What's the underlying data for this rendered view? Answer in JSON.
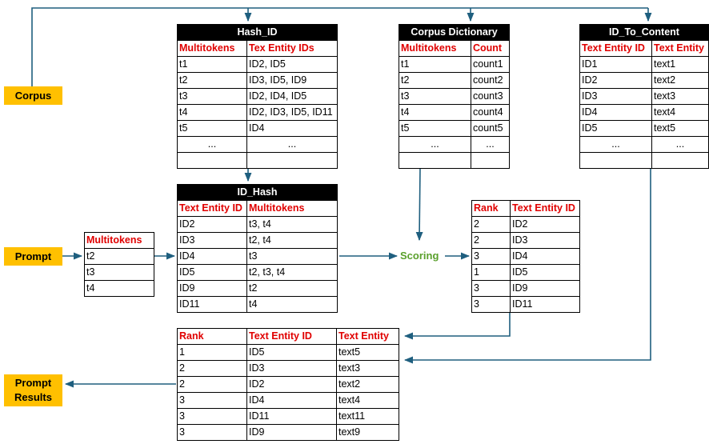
{
  "labels": {
    "corpus": "Corpus",
    "prompt": "Prompt",
    "prompt_results": "Prompt Results",
    "scoring": "Scoring"
  },
  "hash_id": {
    "title": "Hash_ID",
    "headers": [
      "Multitokens",
      "Tex Entity IDs"
    ],
    "rows": [
      [
        "t1",
        "ID2, ID5"
      ],
      [
        "t2",
        "ID3, ID5, ID9"
      ],
      [
        "t3",
        "ID2, ID4, ID5"
      ],
      [
        "t4",
        "ID2, ID3, ID5, ID11"
      ],
      [
        "t5",
        "ID4"
      ],
      [
        "...",
        "..."
      ],
      [
        "",
        ""
      ]
    ]
  },
  "corpus_dictionary": {
    "title": "Corpus Dictionary",
    "headers": [
      "Multitokens",
      "Count"
    ],
    "rows": [
      [
        "t1",
        "count1"
      ],
      [
        "t2",
        "count2"
      ],
      [
        "t3",
        "count3"
      ],
      [
        "t4",
        "count4"
      ],
      [
        "t5",
        "count5"
      ],
      [
        "...",
        "..."
      ],
      [
        "",
        ""
      ]
    ]
  },
  "id_to_content": {
    "title": "ID_To_Content",
    "headers": [
      "Text Entity ID",
      "Text Entity"
    ],
    "rows": [
      [
        "ID1",
        "text1"
      ],
      [
        "ID2",
        "text2"
      ],
      [
        "ID3",
        "text3"
      ],
      [
        "ID4",
        "text4"
      ],
      [
        "ID5",
        "text5"
      ],
      [
        "...",
        "..."
      ],
      [
        "",
        ""
      ]
    ]
  },
  "id_hash": {
    "title": "ID_Hash",
    "headers": [
      "Text Entity ID",
      "Multitokens"
    ],
    "rows": [
      [
        "ID2",
        "t3, t4"
      ],
      [
        "ID3",
        "t2, t4"
      ],
      [
        "ID4",
        "t3"
      ],
      [
        "ID5",
        "t2, t3, t4"
      ],
      [
        "ID9",
        "t2"
      ],
      [
        "ID11",
        "t4"
      ]
    ]
  },
  "prompt_tokens": {
    "headers": [
      "Multitokens"
    ],
    "rows": [
      [
        "t2"
      ],
      [
        "t3"
      ],
      [
        "t4"
      ]
    ]
  },
  "rank_table": {
    "headers": [
      "Rank",
      "Text Entity ID"
    ],
    "rows": [
      [
        "2",
        "ID2"
      ],
      [
        "2",
        "ID3"
      ],
      [
        "3",
        "ID4"
      ],
      [
        "1",
        "ID5"
      ],
      [
        "3",
        "ID9"
      ],
      [
        "3",
        "ID11"
      ]
    ]
  },
  "results": {
    "headers": [
      "Rank",
      "Text Entity ID",
      "Text Entity"
    ],
    "rows": [
      [
        "1",
        "ID5",
        "text5"
      ],
      [
        "2",
        "ID3",
        "text3"
      ],
      [
        "2",
        "ID2",
        "text2"
      ],
      [
        "3",
        "ID4",
        "text4"
      ],
      [
        "3",
        "ID11",
        "text11"
      ],
      [
        "3",
        "ID9",
        "text9"
      ]
    ]
  },
  "colors": {
    "arrow": "#1f5f7f",
    "label_bg": "#ffc000",
    "header_text": "#e00000",
    "scoring": "#5aa02c"
  }
}
